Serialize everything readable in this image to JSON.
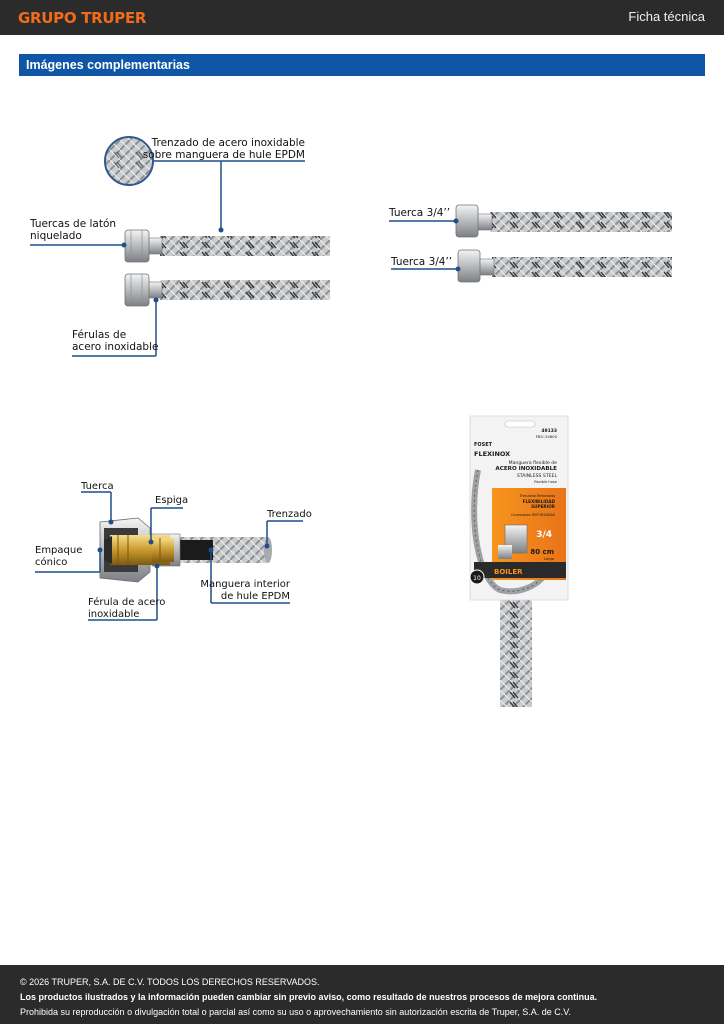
{
  "header": {
    "brand": "GRUPO TRUPER",
    "doc_type": "Ficha técnica"
  },
  "section": {
    "title": "Imágenes complementarias"
  },
  "figure1": {
    "braid_label": [
      "Trenzado de acero inoxidable",
      "sobre manguera de hule EPDM"
    ],
    "nut_label": [
      "Tuercas de latón",
      "niquelado"
    ],
    "ferrule_label": [
      "Férulas de",
      "acero inoxidable"
    ]
  },
  "figure2": {
    "nut_top": "Tuerca 3/4’’",
    "nut_bottom": "Tuerca 3/4’’"
  },
  "figure3": {
    "nut": "Tuerca",
    "spigot": "Espiga",
    "braid": "Trenzado",
    "gasket": [
      "Empaque",
      "cónico"
    ],
    "inner_hose": [
      "Manguera interior",
      "de hule EPDM"
    ],
    "ferrule": [
      "Férula de acero",
      "inoxidable"
    ]
  },
  "package": {
    "brand": "FOSET",
    "line": "FLEXINOX",
    "code": "49133",
    "model": "FBO-34800",
    "title": [
      "Manguera flexible de",
      "ACERO INOXIDABLE"
    ],
    "subtitle": [
      "STAINLESS STEEL",
      "flexible hose"
    ],
    "feature": [
      "Trenzado Reforzado",
      "FLEXIBILIDAD",
      "SUPERIOR"
    ],
    "connections": "Conexiones REFORZADAS",
    "size": "3/4",
    "length": "80 cm",
    "length_label": "Largo",
    "badge": "10",
    "application": "BOILER"
  },
  "footer": {
    "line1": "© 2026 TRUPER, S.A. DE C.V. TODOS LOS DERECHOS RESERVADOS.",
    "line2": "Los productos ilustrados y la información pueden cambiar sin previo aviso, como resultado de nuestros procesos de mejora continua.",
    "line3": "Prohibida su reproducción o divulgación total o parcial así como su uso o aprovechamiento sin autorización escrita de Truper, S.A. de C.V."
  }
}
